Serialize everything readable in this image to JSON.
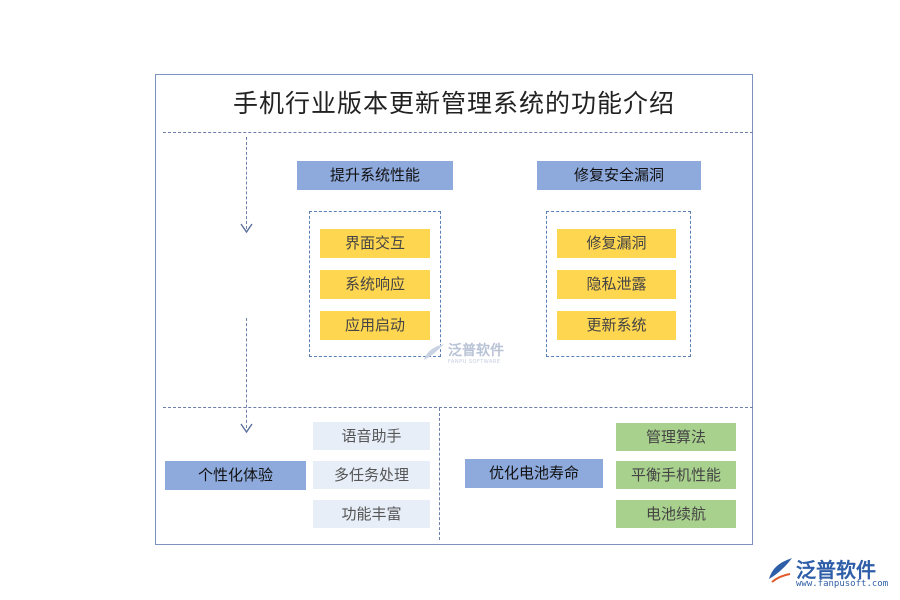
{
  "title": "手机行业版本更新管理系统的功能介绍",
  "sections": {
    "performance": {
      "label": "提升系统性能",
      "items": [
        "界面交互",
        "系统响应",
        "应用启动"
      ]
    },
    "security": {
      "label": "修复安全漏洞",
      "items": [
        "修复漏洞",
        "隐私泄露",
        "更新系统"
      ]
    },
    "personalization": {
      "label": "个性化体验",
      "items": [
        "语音助手",
        "多任务处理",
        "功能丰富"
      ]
    },
    "battery": {
      "label": "优化电池寿命",
      "items": [
        "管理算法",
        "平衡手机性能",
        "电池续航"
      ]
    }
  },
  "watermark": {
    "name": "泛普软件",
    "sub": "FANPU SOFTWARE"
  },
  "logo": {
    "name": "泛普软件",
    "url": "www.fanpusoft.com"
  },
  "colors": {
    "category": "#8ea9db",
    "yellow": "#ffd64f",
    "pale": "#e8eef8",
    "green": "#a9d18e",
    "frame": "#7c93c2"
  }
}
